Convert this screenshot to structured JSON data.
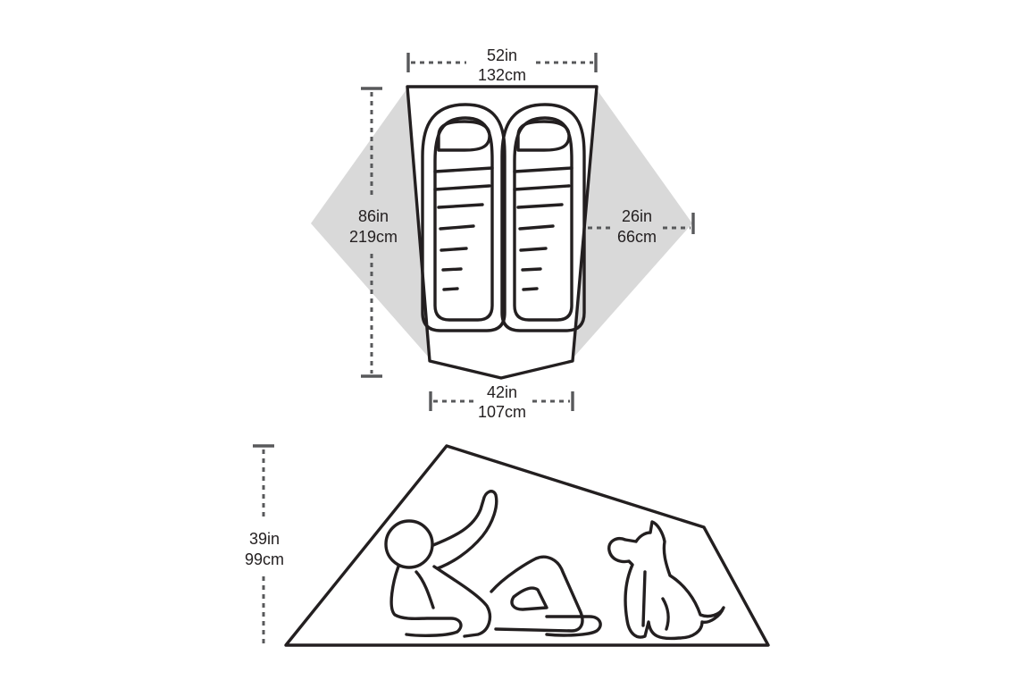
{
  "top_view": {
    "width_top": {
      "in": "52in",
      "cm": "132cm"
    },
    "length": {
      "in": "86in",
      "cm": "219cm"
    },
    "vestibule_depth": {
      "in": "26in",
      "cm": "66cm"
    },
    "width_bottom": {
      "in": "42in",
      "cm": "107cm"
    }
  },
  "side_view": {
    "height": {
      "in": "39in",
      "cm": "99cm"
    }
  },
  "colors": {
    "outline": "#231f20",
    "dimension": "#58595b",
    "vestibule": "#d9d9d9",
    "background": "#ffffff"
  }
}
